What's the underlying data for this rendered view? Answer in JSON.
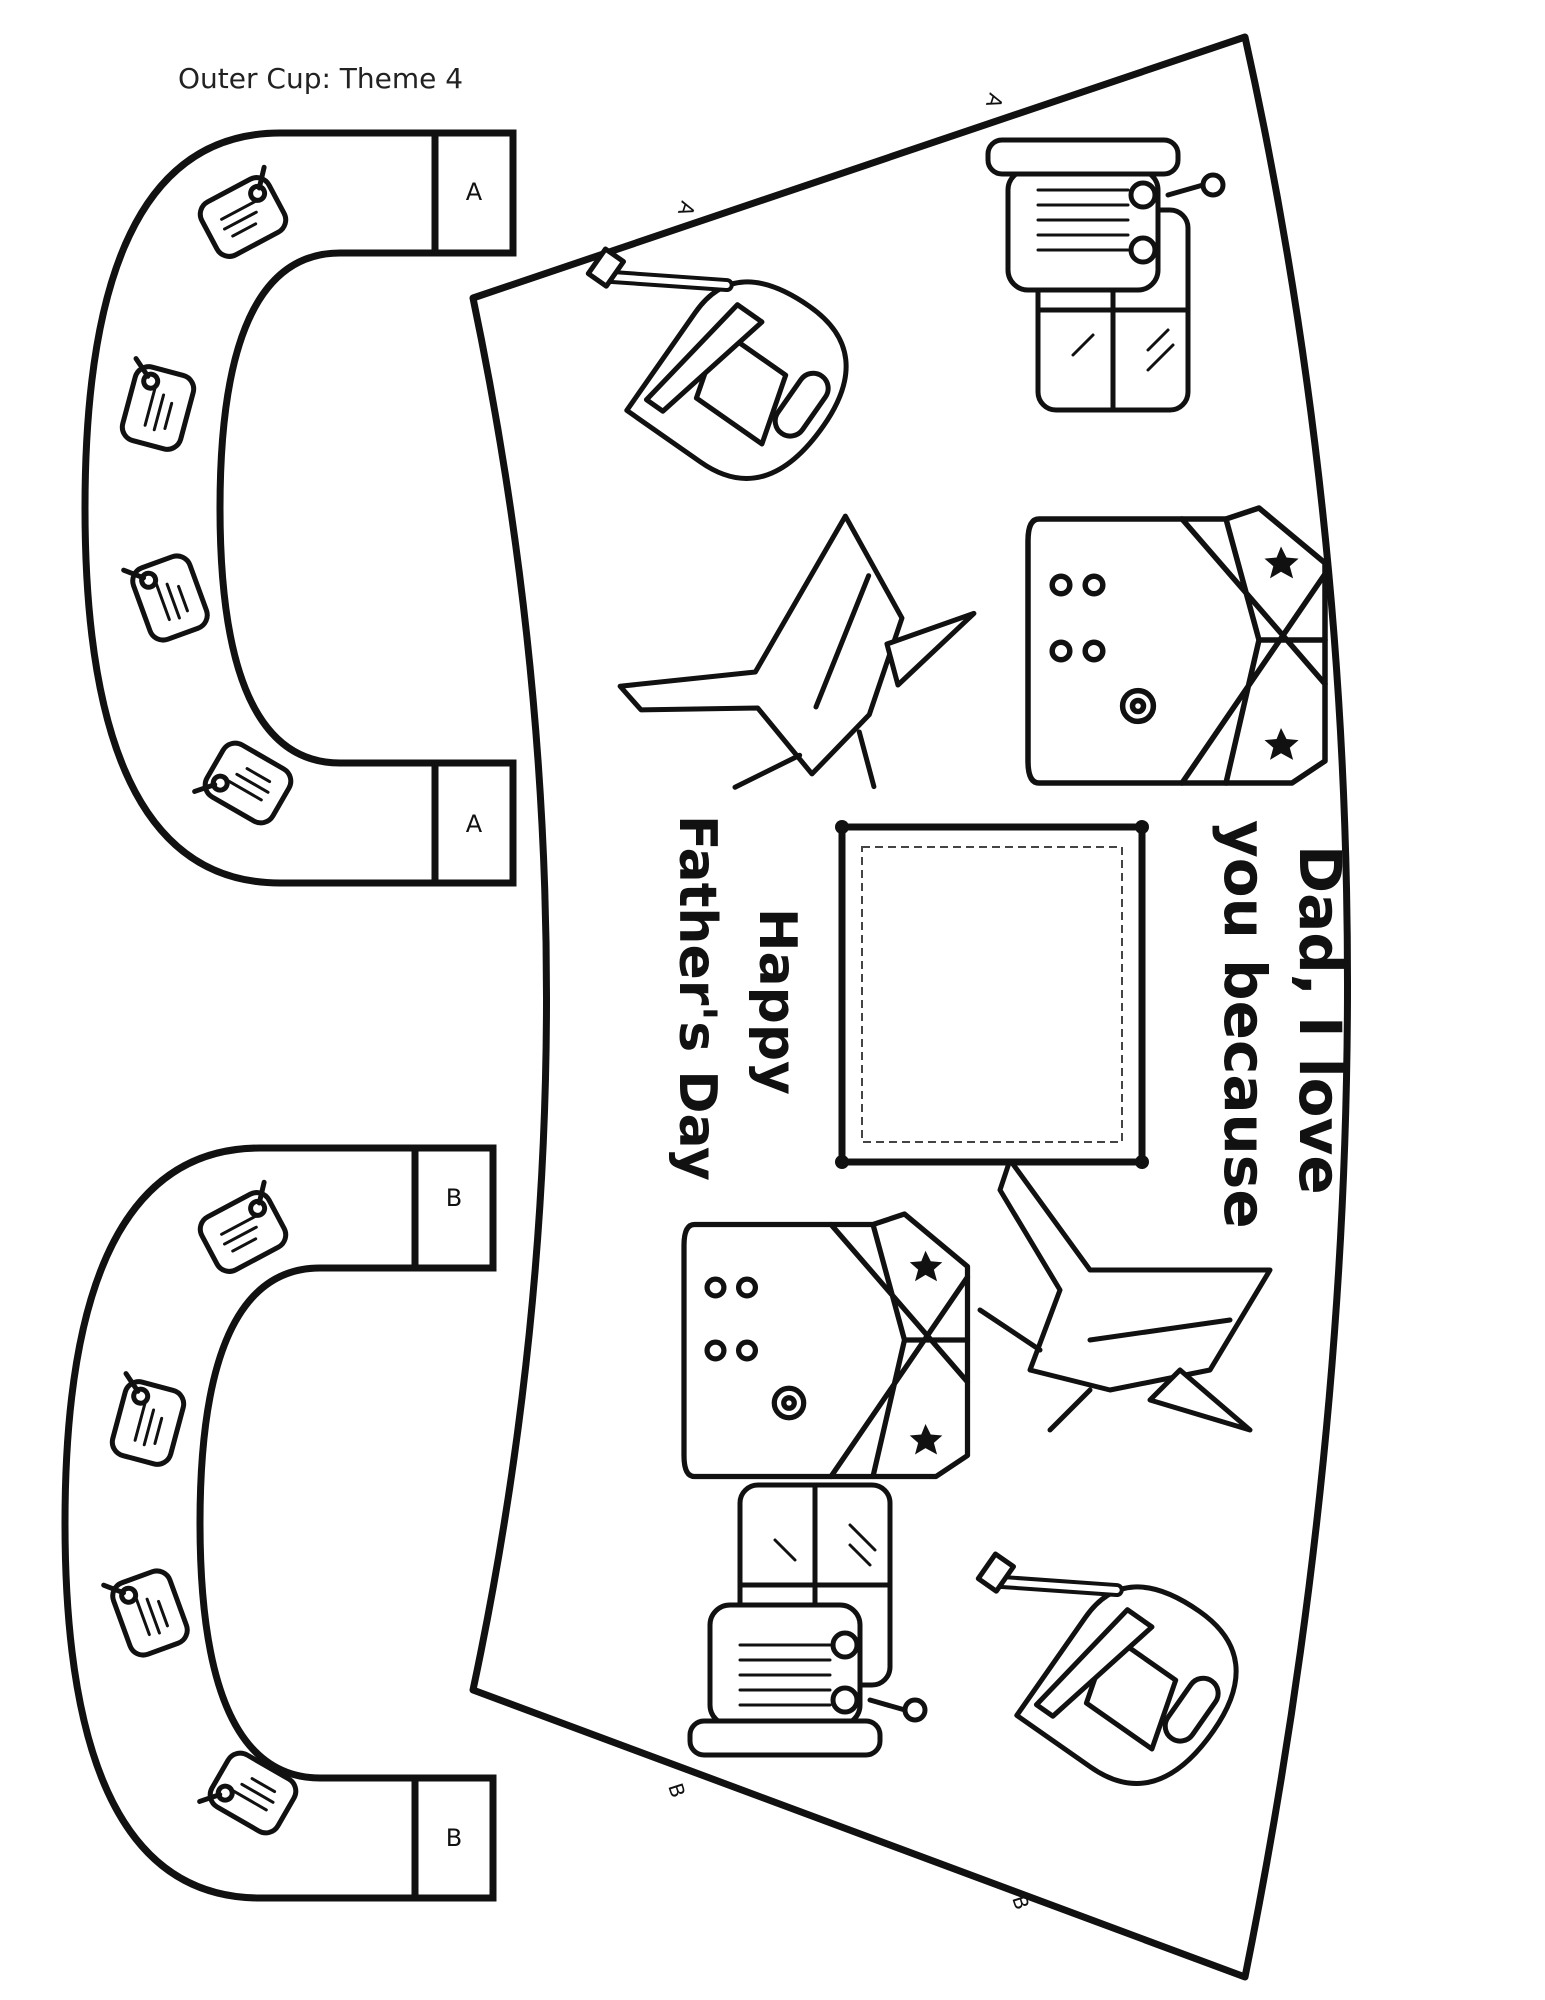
{
  "header": {
    "title": "Outer Cup: Theme 4"
  },
  "handles": [
    {
      "label_top": "A",
      "label_bottom": "A",
      "icons": [
        "tag-icon",
        "tag-icon",
        "tag-icon",
        "tag-icon"
      ]
    },
    {
      "label_top": "B",
      "label_bottom": "B",
      "icons": [
        "tag-icon",
        "tag-icon",
        "tag-icon",
        "tag-icon"
      ]
    }
  ],
  "cup": {
    "edge_labels": {
      "top_right": "A",
      "top_left": "A",
      "bottom_left": "B",
      "bottom_right": "B"
    },
    "message_line_1": "Dad, I love",
    "message_line_2": "you because",
    "greeting_line_1": "Happy",
    "greeting_line_2": "Father's Day",
    "icons": [
      "jeep-icon",
      "helicopter-icon",
      "fighter-jet-icon",
      "military-jacket-icon",
      "photo-frame-icon",
      "fighter-jet-icon",
      "military-jacket-icon",
      "jeep-icon",
      "helicopter-icon"
    ]
  }
}
